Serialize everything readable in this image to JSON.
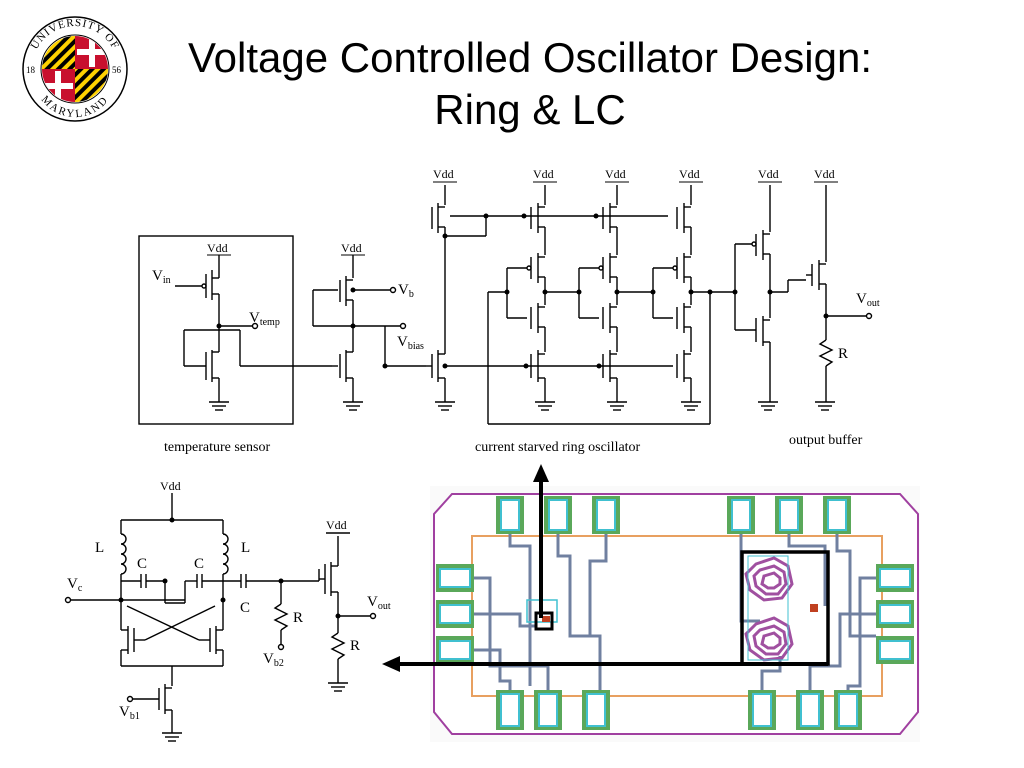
{
  "slide": {
    "title_line1": "Voltage Controlled Oscillator Design:",
    "title_line2": "Ring & LC"
  },
  "logo": {
    "text_top": "UNIVERSITY OF",
    "text_bottom": "MARYLAND",
    "year_left": "18",
    "year_right": "56",
    "colors": {
      "red": "#c8102e",
      "gold": "#ffd200",
      "black": "#000000",
      "white": "#ffffff"
    }
  },
  "ring_schematic": {
    "vdd": "Vdd",
    "vin": "V",
    "vin_sub": "in",
    "vtemp": "V",
    "vtemp_sub": "temp",
    "vb": "V",
    "vb_sub": "b",
    "vbias": "V",
    "vbias_sub": "bias",
    "vout": "V",
    "vout_sub": "out",
    "r": "R",
    "captions": {
      "temperature_sensor": "temperature sensor",
      "ring_oscillator": "current starved ring oscillator",
      "output_buffer": "output buffer"
    }
  },
  "lc_schematic": {
    "vdd": "Vdd",
    "l": "L",
    "c": "C",
    "vc": "V",
    "vc_sub": "c",
    "vout": "V",
    "vout_sub": "out",
    "r": "R",
    "vb2": "V",
    "vb2_sub": "b2",
    "vb1": "V",
    "vb1_sub": "b1"
  },
  "layout_view": {
    "colors": {
      "outline": "#a040a0",
      "pad_green": "#5aa85a",
      "pad_cyan": "#40c0d0",
      "wire": "#7080a0",
      "inductor": "#a050a0",
      "arrow": "#000000"
    }
  }
}
